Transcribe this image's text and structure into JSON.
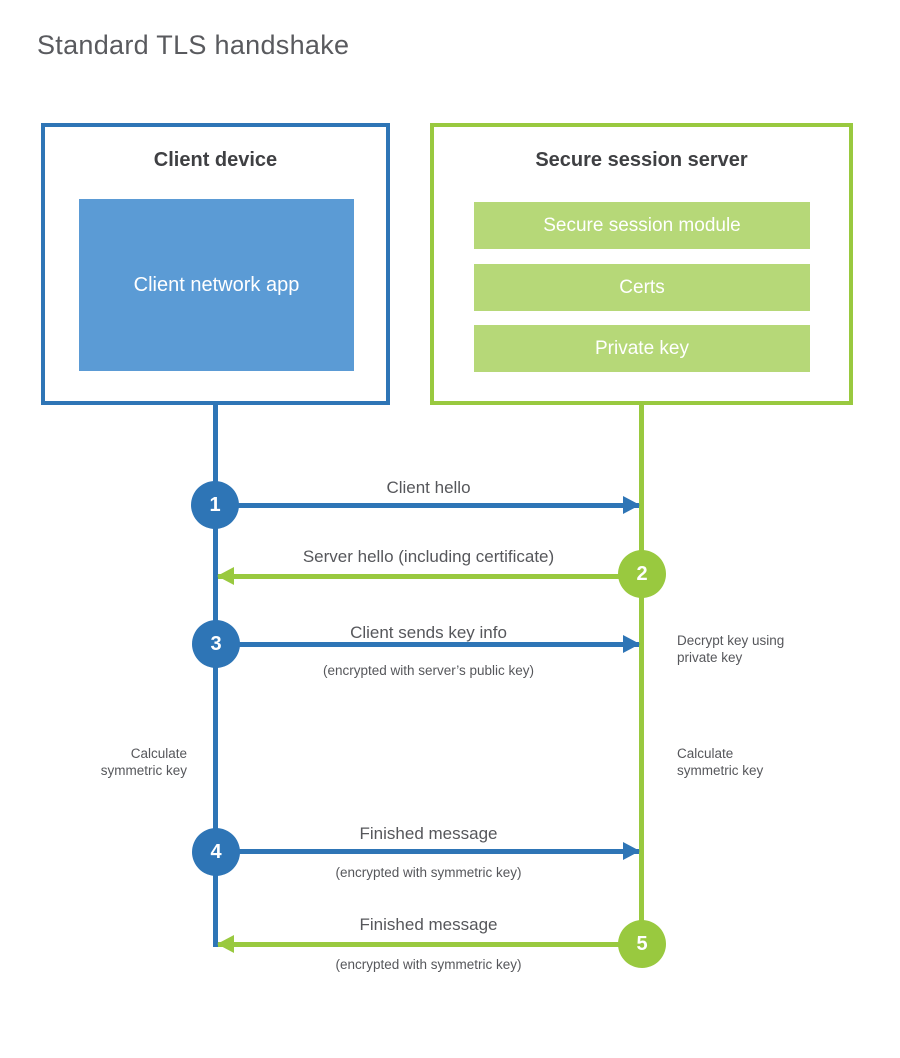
{
  "title": "Standard TLS handshake",
  "colors": {
    "blue": "#2e75b6",
    "blue_light": "#5b9bd5",
    "green": "#99c93f",
    "green_light": "#b6d878"
  },
  "client": {
    "title": "Client device",
    "app_label": "Client network app"
  },
  "server": {
    "title": "Secure session server",
    "modules": [
      "Secure session module",
      "Certs",
      "Private key"
    ]
  },
  "steps": [
    {
      "number": "1",
      "label": "Client hello",
      "sublabel": "",
      "direction": "right",
      "from": "client",
      "to": "server"
    },
    {
      "number": "2",
      "label": "Server hello (including certificate)",
      "sublabel": "",
      "direction": "left",
      "from": "server",
      "to": "client"
    },
    {
      "number": "3",
      "label": "Client sends key info",
      "sublabel": "(encrypted with server’s public key)",
      "direction": "right",
      "from": "client",
      "to": "server"
    },
    {
      "number": "4",
      "label": "Finished message",
      "sublabel": "(encrypted with symmetric key)",
      "direction": "right",
      "from": "client",
      "to": "server"
    },
    {
      "number": "5",
      "label": "Finished message",
      "sublabel": "(encrypted with symmetric key)",
      "direction": "left",
      "from": "server",
      "to": "client"
    }
  ],
  "annotations": {
    "decrypt": "Decrypt key using\nprivate key",
    "calc_left": "Calculate\nsymmetric key",
    "calc_right": "Calculate\nsymmetric key"
  }
}
